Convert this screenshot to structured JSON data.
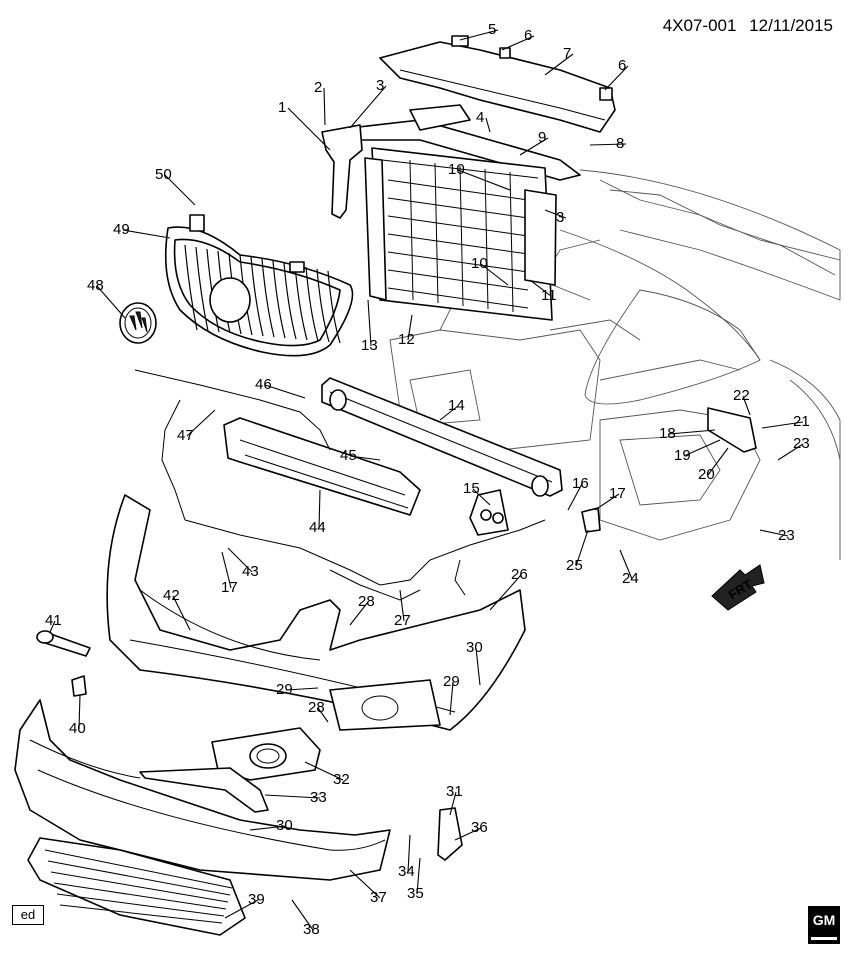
{
  "diagram_id": "4X07-001",
  "date": "12/11/2015",
  "corner_tag": "ed",
  "logo_text": "GM",
  "direction_label": "FRT",
  "callouts": [
    "1",
    "2",
    "3",
    "3",
    "4",
    "5",
    "6",
    "6",
    "7",
    "8",
    "9",
    "10",
    "10",
    "11",
    "12",
    "13",
    "14",
    "15",
    "16",
    "17",
    "17",
    "18",
    "19",
    "20",
    "21",
    "22",
    "23",
    "23",
    "24",
    "25",
    "26",
    "27",
    "28",
    "28",
    "29",
    "29",
    "30",
    "30",
    "31",
    "32",
    "33",
    "34",
    "35",
    "36",
    "37",
    "38",
    "39",
    "40",
    "41",
    "42",
    "43",
    "44",
    "45",
    "46",
    "47",
    "48",
    "49",
    "50"
  ]
}
